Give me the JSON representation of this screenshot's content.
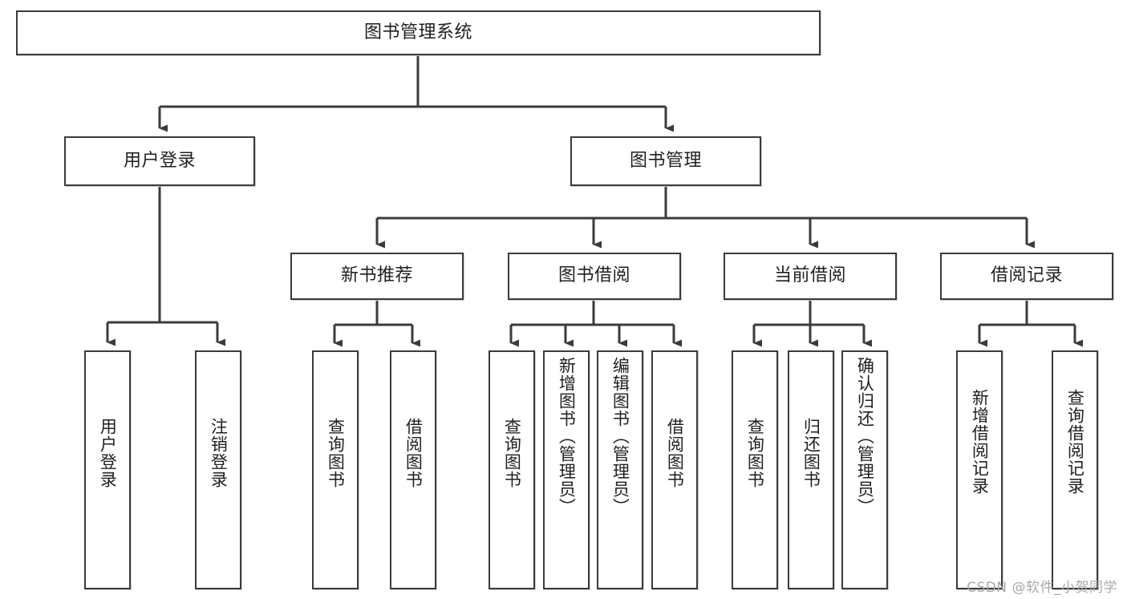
{
  "diagram": {
    "title": "图书管理系统",
    "watermark": "CSDN @软件_小贺同学",
    "colors": {
      "box_border": "#3b3b3b",
      "box_fill": "#ffffff",
      "edge": "#3b3b3b",
      "text": "#1f1f1f",
      "watermark": "#a8a8a8",
      "background": "#ffffff"
    },
    "nodes": {
      "root": {
        "label": "图书管理系统",
        "orientation": "horizontal"
      },
      "user_login": {
        "label": "用户登录",
        "orientation": "horizontal"
      },
      "book_manage": {
        "label": "图书管理",
        "orientation": "horizontal"
      },
      "new_book_rec": {
        "label": "新书推荐",
        "orientation": "horizontal"
      },
      "book_borrow": {
        "label": "图书借阅",
        "orientation": "horizontal"
      },
      "current_borrow": {
        "label": "当前借阅",
        "orientation": "horizontal"
      },
      "borrow_record": {
        "label": "借阅记录",
        "orientation": "horizontal"
      },
      "leaf_user_login": {
        "label": "用户登录",
        "orientation": "vertical"
      },
      "leaf_logout_login": {
        "label": "注销登录",
        "orientation": "vertical"
      },
      "leaf_query_book_1": {
        "label": "查询图书",
        "orientation": "vertical"
      },
      "leaf_borrow_book_1": {
        "label": "借阅图书",
        "orientation": "vertical"
      },
      "leaf_query_book_2": {
        "label": "查询图书",
        "orientation": "vertical"
      },
      "leaf_add_book_admin": {
        "label": "新增图书（管理员）",
        "orientation": "vertical"
      },
      "leaf_edit_book_admin": {
        "label": "编辑图书（管理员）",
        "orientation": "vertical"
      },
      "leaf_borrow_book_2": {
        "label": "借阅图书",
        "orientation": "vertical"
      },
      "leaf_query_book_3": {
        "label": "查询图书",
        "orientation": "vertical"
      },
      "leaf_return_book": {
        "label": "归还图书",
        "orientation": "vertical"
      },
      "leaf_confirm_return_admin": {
        "label": "确认归还（管理员）",
        "orientation": "vertical"
      },
      "leaf_add_borrow_record": {
        "label": "新增借阅记录",
        "orientation": "vertical"
      },
      "leaf_query_borrow_record": {
        "label": "查询借阅记录",
        "orientation": "vertical"
      }
    },
    "hierarchy": {
      "root": "图书管理系统",
      "level2": [
        "用户登录",
        "图书管理"
      ],
      "level3_under_book_manage": [
        "新书推荐",
        "图书借阅",
        "当前借阅",
        "借阅记录"
      ],
      "leaves_under_user_login": [
        "用户登录",
        "注销登录"
      ],
      "leaves_under_new_book_rec": [
        "查询图书",
        "借阅图书"
      ],
      "leaves_under_book_borrow": [
        "查询图书",
        "新增图书（管理员）",
        "编辑图书（管理员）",
        "借阅图书"
      ],
      "leaves_under_current_borrow": [
        "查询图书",
        "归还图书",
        "确认归还（管理员）"
      ],
      "leaves_under_borrow_record": [
        "新增借阅记录",
        "查询借阅记录"
      ]
    }
  }
}
